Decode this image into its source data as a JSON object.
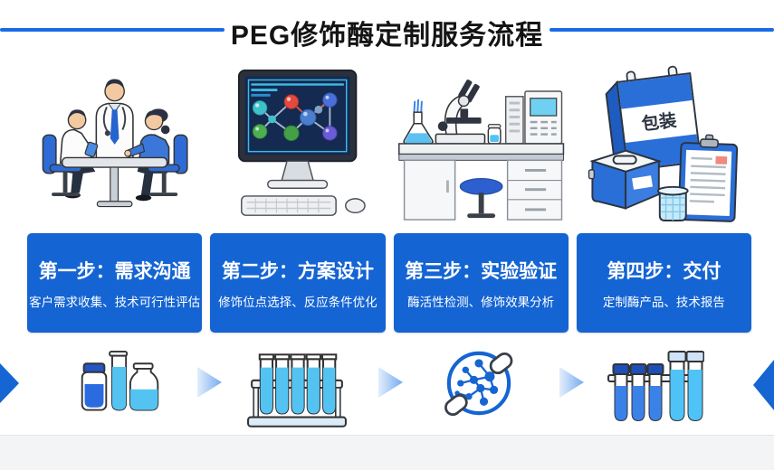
{
  "header": {
    "title": "PEG修饰酶定制服务流程"
  },
  "colors": {
    "primary_blue": "#1464d3",
    "header_line_blue": "#1a6be4",
    "liquid_cyan": "#55c3f2",
    "liquid_blue": "#2b6be0",
    "screen_navy": "#142a50",
    "footer_grey": "#f3f4f6"
  },
  "steps": [
    {
      "title": "第一步：需求沟通",
      "subtitle": "客户需求收集、技术可行性评估",
      "illustration": "team-meeting"
    },
    {
      "title": "第二步：方案设计",
      "subtitle": "修饰位点选择、反应条件优化",
      "illustration": "computer-molecular-design"
    },
    {
      "title": "第三步：实验验证",
      "subtitle": "酶活性检测、修饰效果分析",
      "illustration": "lab-bench"
    },
    {
      "title": "第四步：交付",
      "subtitle": "定制酶产品、技术报告",
      "illustration": "packaging-delivery"
    }
  ],
  "illustrations": {
    "packaging_box_label": "包装"
  },
  "flow": {
    "edge_arrow_left": "arrow-right-solid",
    "edge_arrow_right": "arrow-left-solid",
    "connector_arrow": "arrow-right-gradient",
    "items": [
      "reagent-vials",
      "test-tube-rack",
      "peg-enzyme-molecule",
      "capped-tube-rack"
    ]
  }
}
